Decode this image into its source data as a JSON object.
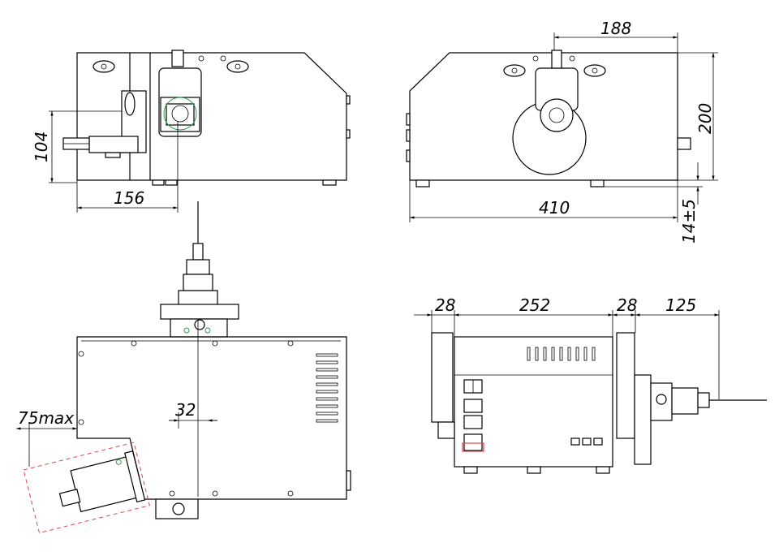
{
  "dimensions": {
    "d188": "188",
    "d200": "200",
    "d104": "104",
    "d156": "156",
    "d410": "410",
    "d14": "14±5",
    "d28a": "28",
    "d252": "252",
    "d28b": "28",
    "d125": "125",
    "d32": "32",
    "d75": "75max"
  },
  "colors": {
    "line": "#000000",
    "envelope_dash": "#d9474f",
    "accent_green": "#2f9a4c"
  }
}
